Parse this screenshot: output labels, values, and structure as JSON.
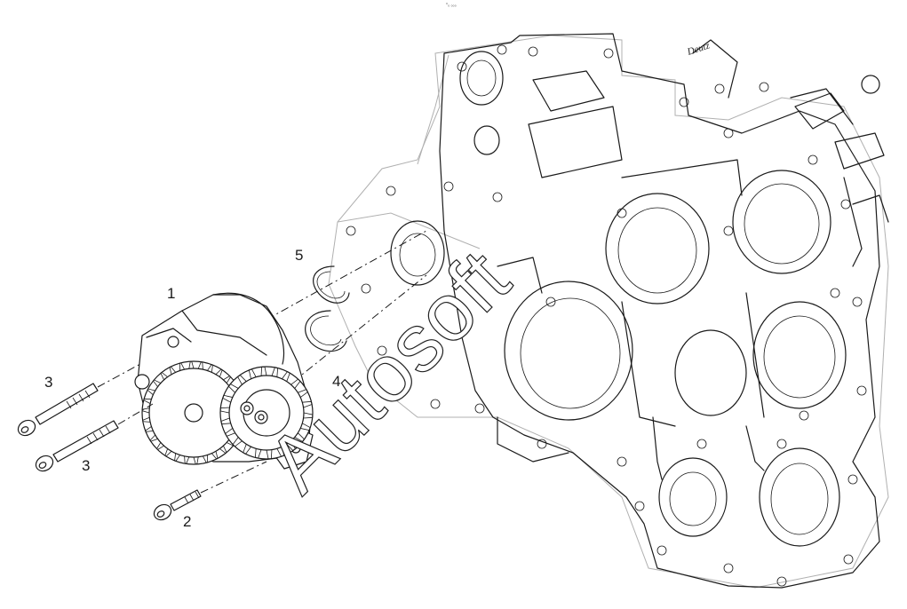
{
  "header": {
    "code": "°₀ ₀₀₀"
  },
  "callouts": [
    "1",
    "2",
    "3",
    "3",
    "4",
    "5"
  ],
  "engine_stamp": "Deutz",
  "watermark": "Autosoft"
}
